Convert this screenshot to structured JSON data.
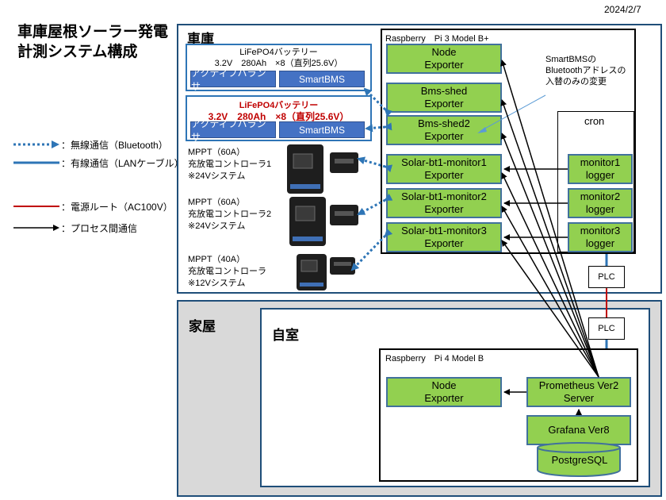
{
  "date": "2024/2/7",
  "title_line1": "車庫屋根ソーラー発電",
  "title_line2": "計測システム構成",
  "legend": [
    {
      "style": "dotted-blue",
      "text": "：無線通信（Bluetooth）"
    },
    {
      "style": "solid-blue",
      "text": "：有線通信（LANケーブル）"
    },
    {
      "style": "solid-red",
      "text": "：電源ルート（AC100V）"
    },
    {
      "style": "arrow-black",
      "text": "：プロセス間通信"
    }
  ],
  "garage": {
    "label": "車庫",
    "battery1": {
      "line1": "LiFePO4バッテリー",
      "line2": "3.2V　280Ah　×8（直列25.6V）",
      "balancer": "アクティブバランサ",
      "bms": "SmartBMS"
    },
    "battery2": {
      "line1": "LiFePO4バッテリー",
      "line2": "3.2V　280Ah　×8（直列25.6V）",
      "balancer": "アクティブバランサ",
      "bms": "SmartBMS"
    },
    "mppt": [
      {
        "line1": "MPPT（60A）",
        "line2": "充放電コントローラ1",
        "line3": "※24Vシステム"
      },
      {
        "line1": "MPPT（60A）",
        "line2": "充放電コントローラ2",
        "line3": "※24Vシステム"
      },
      {
        "line1": "MPPT（40A）",
        "line2": "充放電コントローラ",
        "line3": "※12Vシステム"
      }
    ],
    "pi3": {
      "title": "Raspberry　Pi 3 Model B+",
      "node_exporter": [
        "Node",
        "Exporter"
      ],
      "bms_shed": [
        "Bms-shed",
        "Exporter"
      ],
      "bms_shed2": [
        "Bms-shed2",
        "Exporter"
      ],
      "solar1": [
        "Solar-bt1-monitor1",
        "Exporter"
      ],
      "solar2": [
        "Solar-bt1-monitor2",
        "Exporter"
      ],
      "solar3": [
        "Solar-bt1-monitor3",
        "Exporter"
      ],
      "note": [
        "SmartBMSの",
        "Bluetoothアドレスの",
        "入替のみの変更"
      ],
      "cron": {
        "title": "cron",
        "loggers": [
          [
            "monitor1",
            "logger"
          ],
          [
            "monitor2",
            "logger"
          ],
          [
            "monitor3",
            "logger"
          ]
        ]
      }
    },
    "plc": "PLC"
  },
  "house": {
    "label": "家屋",
    "room_label": "自室",
    "plc": "PLC",
    "pi4": {
      "title": "Raspberry　Pi 4 Model B",
      "node_exporter": [
        "Node",
        "Exporter"
      ],
      "prometheus": [
        "Prometheus Ver2",
        "Server"
      ],
      "grafana": "Grafana Ver8",
      "postgres": "PostgreSQL"
    }
  },
  "colors": {
    "frame_blue": "#1f4e79",
    "green": "#92d050",
    "bms_blue": "#4472c4",
    "house_gray": "#d9d9d9",
    "power_red": "#c00000",
    "lan_blue": "#2e75b6",
    "battery2_text": "#c00000"
  }
}
